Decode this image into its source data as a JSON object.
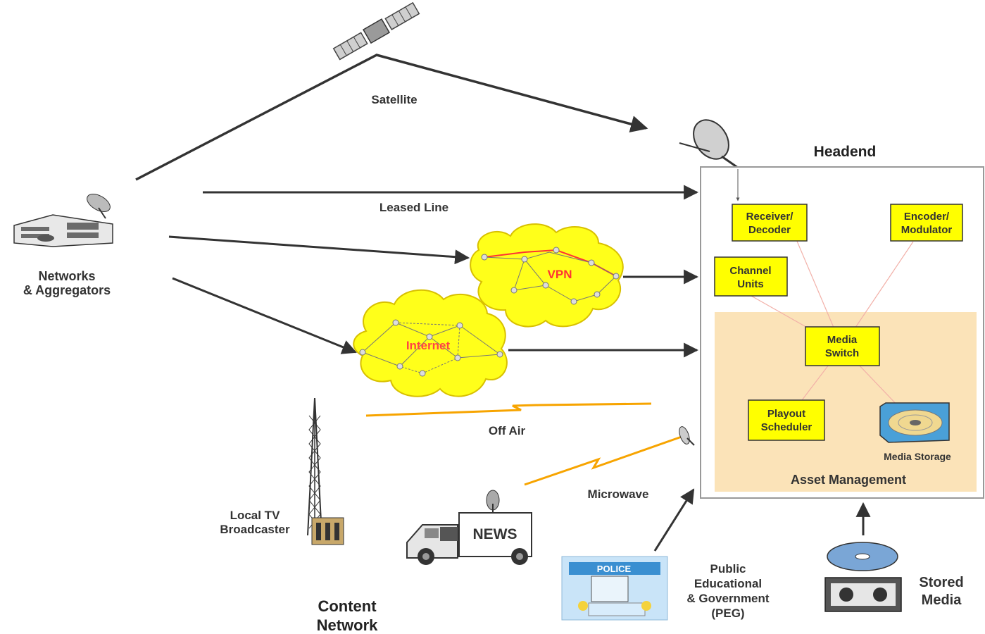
{
  "diagram": {
    "sources": {
      "networks": [
        "Networks",
        "& Aggregators"
      ],
      "local_tv": [
        "Local TV",
        "Broadcaster"
      ],
      "peg": [
        "Public",
        "Educational",
        "& Government",
        "(PEG)"
      ],
      "stored_media": [
        "Stored",
        "Media"
      ],
      "content_network": [
        "Content",
        "Network"
      ],
      "news_truck_text": "NEWS",
      "police_sign": "POLICE"
    },
    "links": {
      "satellite": "Satellite",
      "leased_line": "Leased Line",
      "vpn": "VPN",
      "internet": "Internet",
      "off_air": "Off Air",
      "microwave": "Microwave"
    },
    "headend": {
      "title": "Headend",
      "receiver_decoder": [
        "Receiver/",
        "Decoder"
      ],
      "encoder_modulator": [
        "Encoder/",
        "Modulator"
      ],
      "channel_units": [
        "Channel",
        "Units"
      ],
      "media_switch": [
        "Media",
        "Switch"
      ],
      "playout_scheduler": [
        "Playout",
        "Scheduler"
      ],
      "media_storage": "Media Storage",
      "asset_management": "Asset Management"
    },
    "colors": {
      "box_fill": "#ffff00",
      "asset_fill": "#fbe3b8",
      "cloud_fill": "#ffff1a",
      "vpn_link": "#ff3333"
    }
  }
}
